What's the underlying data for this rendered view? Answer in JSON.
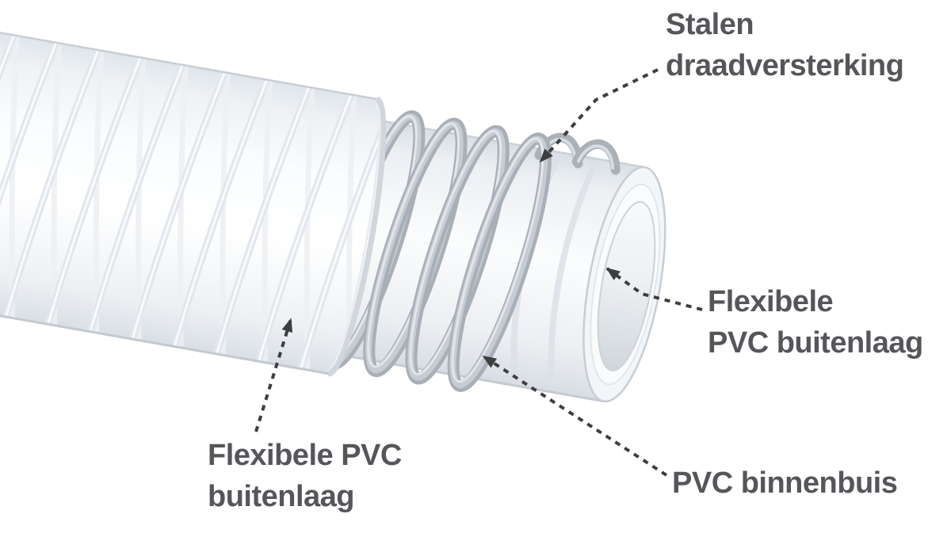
{
  "page": {
    "background": "#ffffff"
  },
  "labels": {
    "steel_wire": {
      "line1": "Stalen",
      "line2": "draadversterking"
    },
    "outer_layer_right": {
      "line1": "Flexibele",
      "line2": "PVC buitenlaag"
    },
    "outer_layer_left": {
      "line1": "Flexibele PVC",
      "line2": "buitenlaag"
    },
    "inner_tube": {
      "text": "PVC binnenbuis"
    }
  },
  "colors": {
    "label_text": "#54565a",
    "leader_line": "#3d3e40",
    "coil_silver": "#a8afb7",
    "coil_highlight": "#d7dce0",
    "hose_outline": "#c9cfd5",
    "hose_fill_light": "#fafcfd",
    "hose_shadow": "#d9dfe4"
  }
}
